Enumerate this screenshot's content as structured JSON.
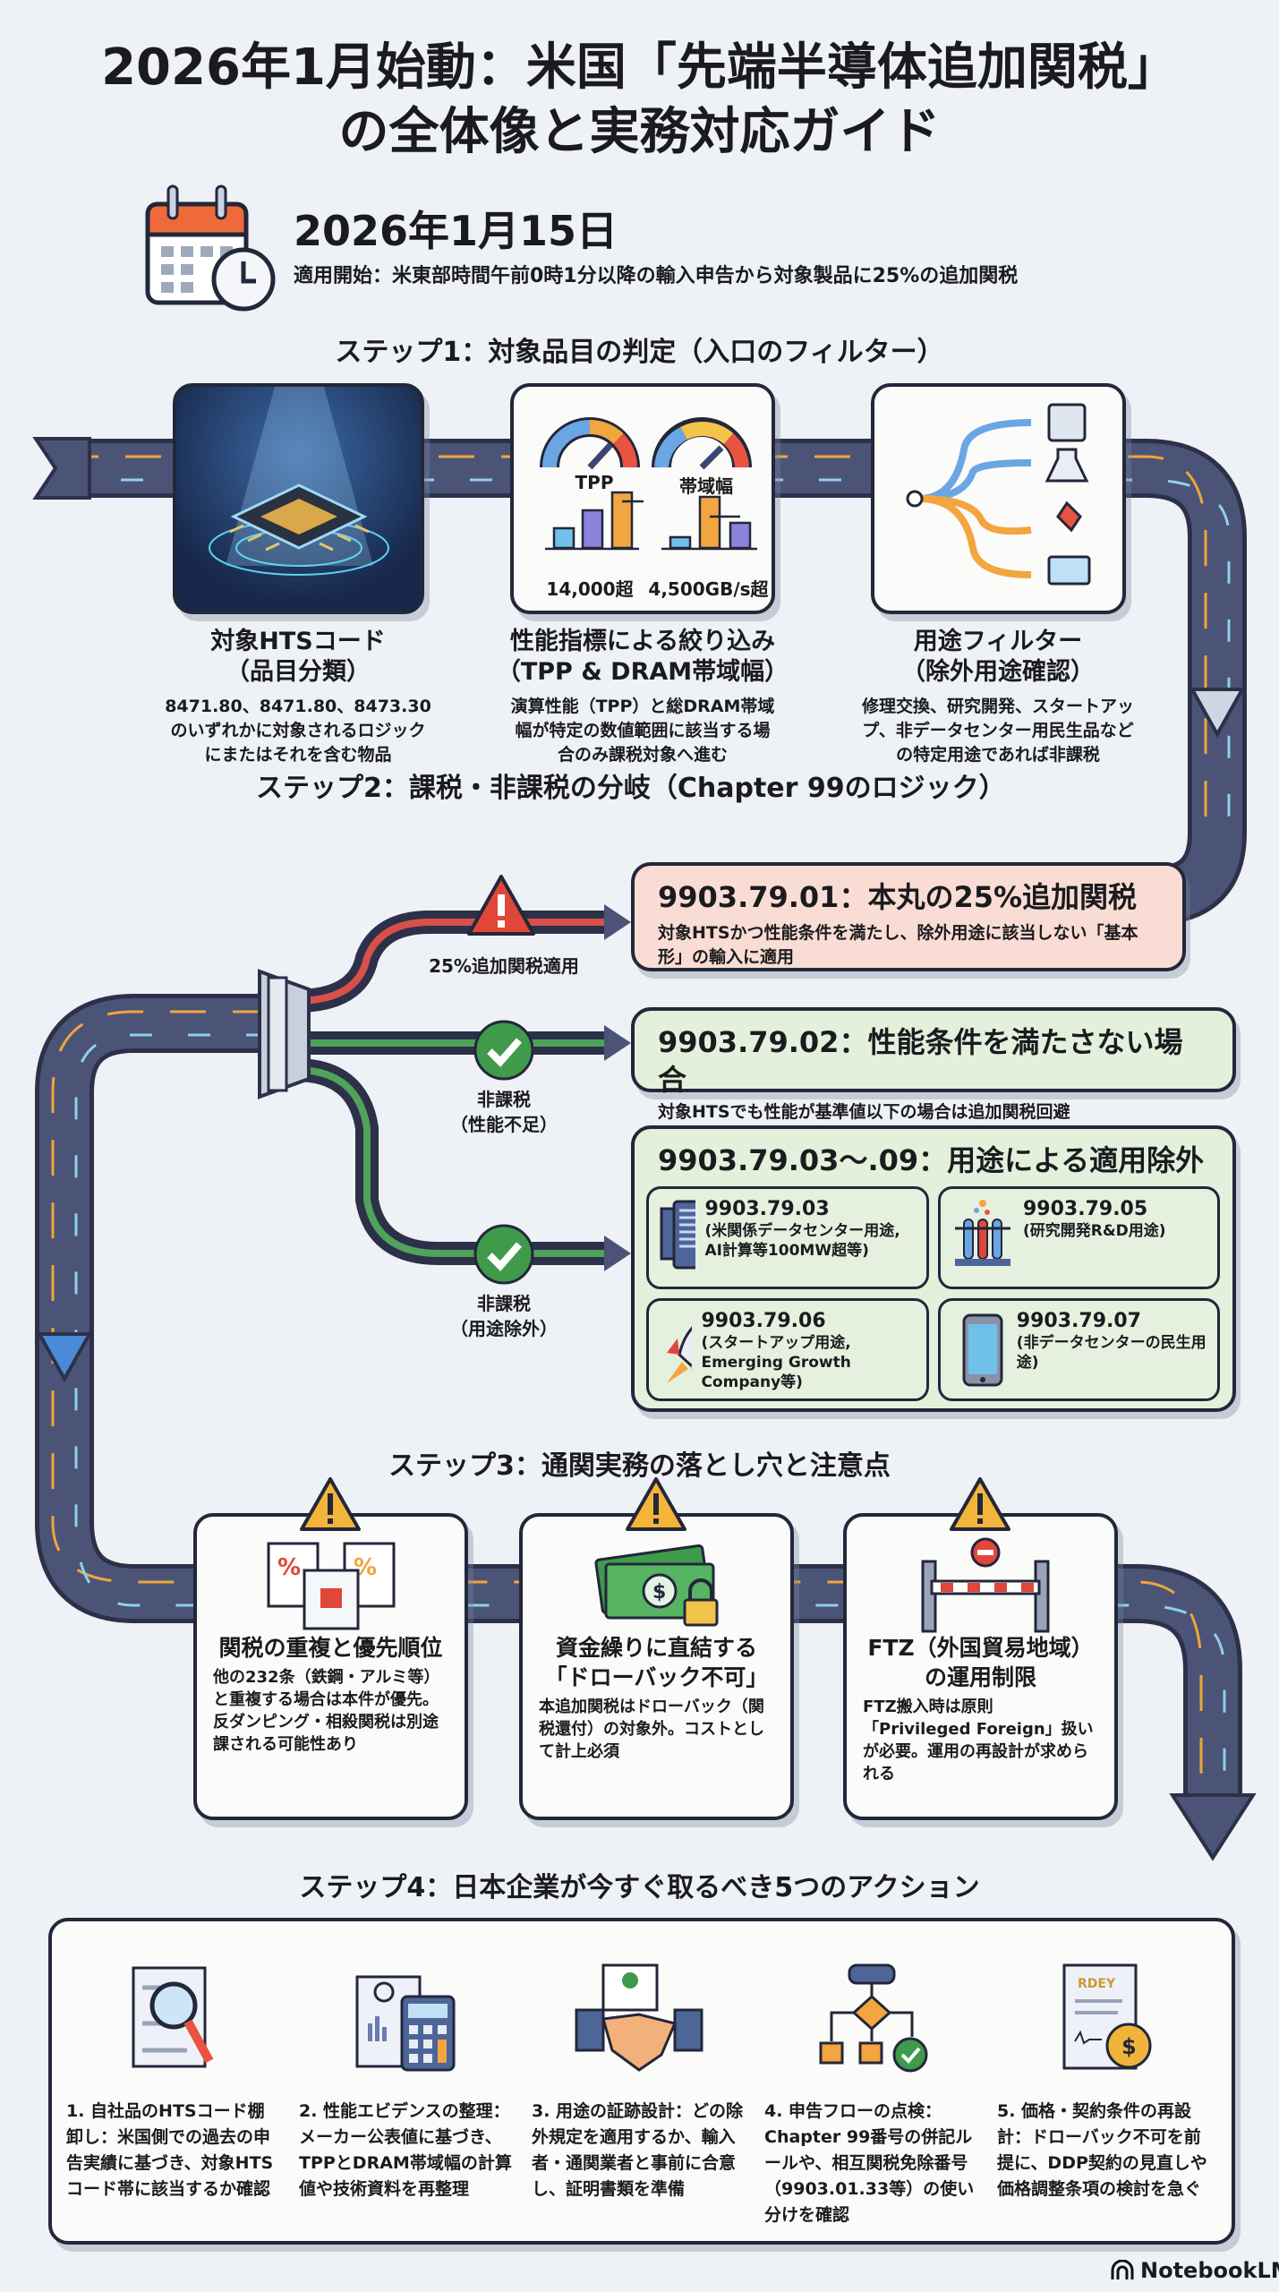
{
  "title": {
    "line1": "2026年1月始動：米国「先端半導体追加関税」",
    "line2": "の全体像と実務対応ガイド"
  },
  "effective": {
    "date": "2026年1月15日",
    "note": "適用開始：米東部時間午前0時1分以降の輸入申告から対象製品に25%の追加関税",
    "icon": "calendar-clock-icon"
  },
  "step1": {
    "heading": "ステップ1：対象品目の判定（入口のフィルター）",
    "cards": [
      {
        "icon": "microchip-icon",
        "title1": "対象HTSコード",
        "title2": "（品目分類）",
        "body": "8471.80、8471.80、8473.30のいずれかに対象されるロジックにまたはそれを含む物品"
      },
      {
        "icon": "gauge-bar-chart-icon",
        "title1": "性能指標による絞り込み",
        "title2": "（TPP & DRAM帯域幅）",
        "body": "演算性能（TPP）と総DRAM帯域幅が特定の数値範囲に該当する場合のみ課税対象へ進む",
        "gauge1": "TPP",
        "gauge2": "帯域幅",
        "value1": "14,000超",
        "value2": "4,500GB/s超"
      },
      {
        "icon": "branching-arrows-icon",
        "title1": "用途フィルター",
        "title2": "（除外用途確認）",
        "body": "修理交換、研究開発、スタートアップ、非データセンター用民生品などの特定用途であれば非課税"
      }
    ]
  },
  "step2": {
    "heading": "ステップ2：課税・非課税の分岐（Chapter 99のロジック）",
    "branches": [
      {
        "label": "25%追加関税適用",
        "icon": "warning-icon",
        "color": "#e0463a"
      },
      {
        "label1": "非課税",
        "label2": "（性能不足）",
        "icon": "check-circle-icon",
        "color": "#3f9a4c"
      },
      {
        "label1": "非課税",
        "label2": "（用途除外）",
        "icon": "check-circle-icon",
        "color": "#3f9a4c"
      }
    ],
    "box1": {
      "title": "9903.79.01：本丸の25%追加関税",
      "body": "対象HTSかつ性能条件を満たし、除外用途に該当しない「基本形」の輸入に適用",
      "color": "#f9dcd3"
    },
    "box2": {
      "title": "9903.79.02：性能条件を満たさない場合",
      "body": "対象HTSでも性能が基準値以下の場合は追加関税回避",
      "color": "#e3f0dc"
    },
    "box3": {
      "title": "9903.79.03〜.09：用途による適用除外",
      "color": "#e3f0dc",
      "items": [
        {
          "code": "9903.79.03",
          "desc": "(米関係データセンター用途, AI計算等100MW超等)",
          "icon": "server-icon"
        },
        {
          "code": "9903.79.05",
          "desc": "(研究開発R&D用途)",
          "icon": "test-tubes-icon"
        },
        {
          "code": "9903.79.06",
          "desc": "(スタートアップ用途, Emerging Growth Company等)",
          "icon": "rocket-icon"
        },
        {
          "code": "9903.79.07",
          "desc": "(非データセンターの民生用途)",
          "icon": "smartphone-icon"
        }
      ]
    }
  },
  "step3": {
    "heading": "ステップ3：通関実務の落とし穴と注意点",
    "cards": [
      {
        "icon": "documents-percent-icon",
        "title": "関税の重複と優先順位",
        "body": "他の232条（鉄鋼・アルミ等）と重複する場合は本件が優先。反ダンピング・相殺関税は別途課される可能性あり"
      },
      {
        "icon": "money-lock-icon",
        "title": "資金繰りに直結する「ドローバック不可」",
        "body": "本追加関税はドローバック（関税還付）の対象外。コストとして計上必須"
      },
      {
        "icon": "barrier-gate-icon",
        "title": "FTZ（外国貿易地域）の運用制限",
        "body": "FTZ搬入時は原則「Privileged Foreign」扱いが必要。運用の再設計が求められる"
      }
    ]
  },
  "step4": {
    "heading": "ステップ4：日本企業が今すぐ取るべき5つのアクション",
    "actions": [
      {
        "icon": "document-magnifier-icon",
        "text": "1. 自社品のHTSコード棚卸し：米国側での過去の申告実績に基づき、対象HTSコード帯に該当するか確認"
      },
      {
        "icon": "document-calculator-icon",
        "text": "2. 性能エビデンスの整理：メーカー公表値に基づき、TPPとDRAM帯域幅の計算値や技術資料を再整理"
      },
      {
        "icon": "handshake-icon",
        "text": "3. 用途の証跡設計：どの除外規定を適用するか、輸入者・通関業者と事前に合意し、証明書類を準備"
      },
      {
        "icon": "flowchart-icon",
        "text": "4. 申告フローの点検：Chapter 99番号の併記ルールや、相互関税免除番号（9903.01.33等）の使い分けを確認"
      },
      {
        "icon": "contract-coin-icon",
        "text": "5. 価格・契約条件の再設計：ドローバック不可を前提に、DDP契約の見直しや価格調整条項の検討を急ぐ"
      }
    ]
  },
  "footer": {
    "brand": "NotebookLM",
    "icon": "notebooklm-logo-icon"
  },
  "colors": {
    "pipe": "#4b5477",
    "background": "#eef1f5",
    "danger": "#e0463a",
    "ok": "#3f9a4c",
    "accent": "#f0a53a"
  }
}
